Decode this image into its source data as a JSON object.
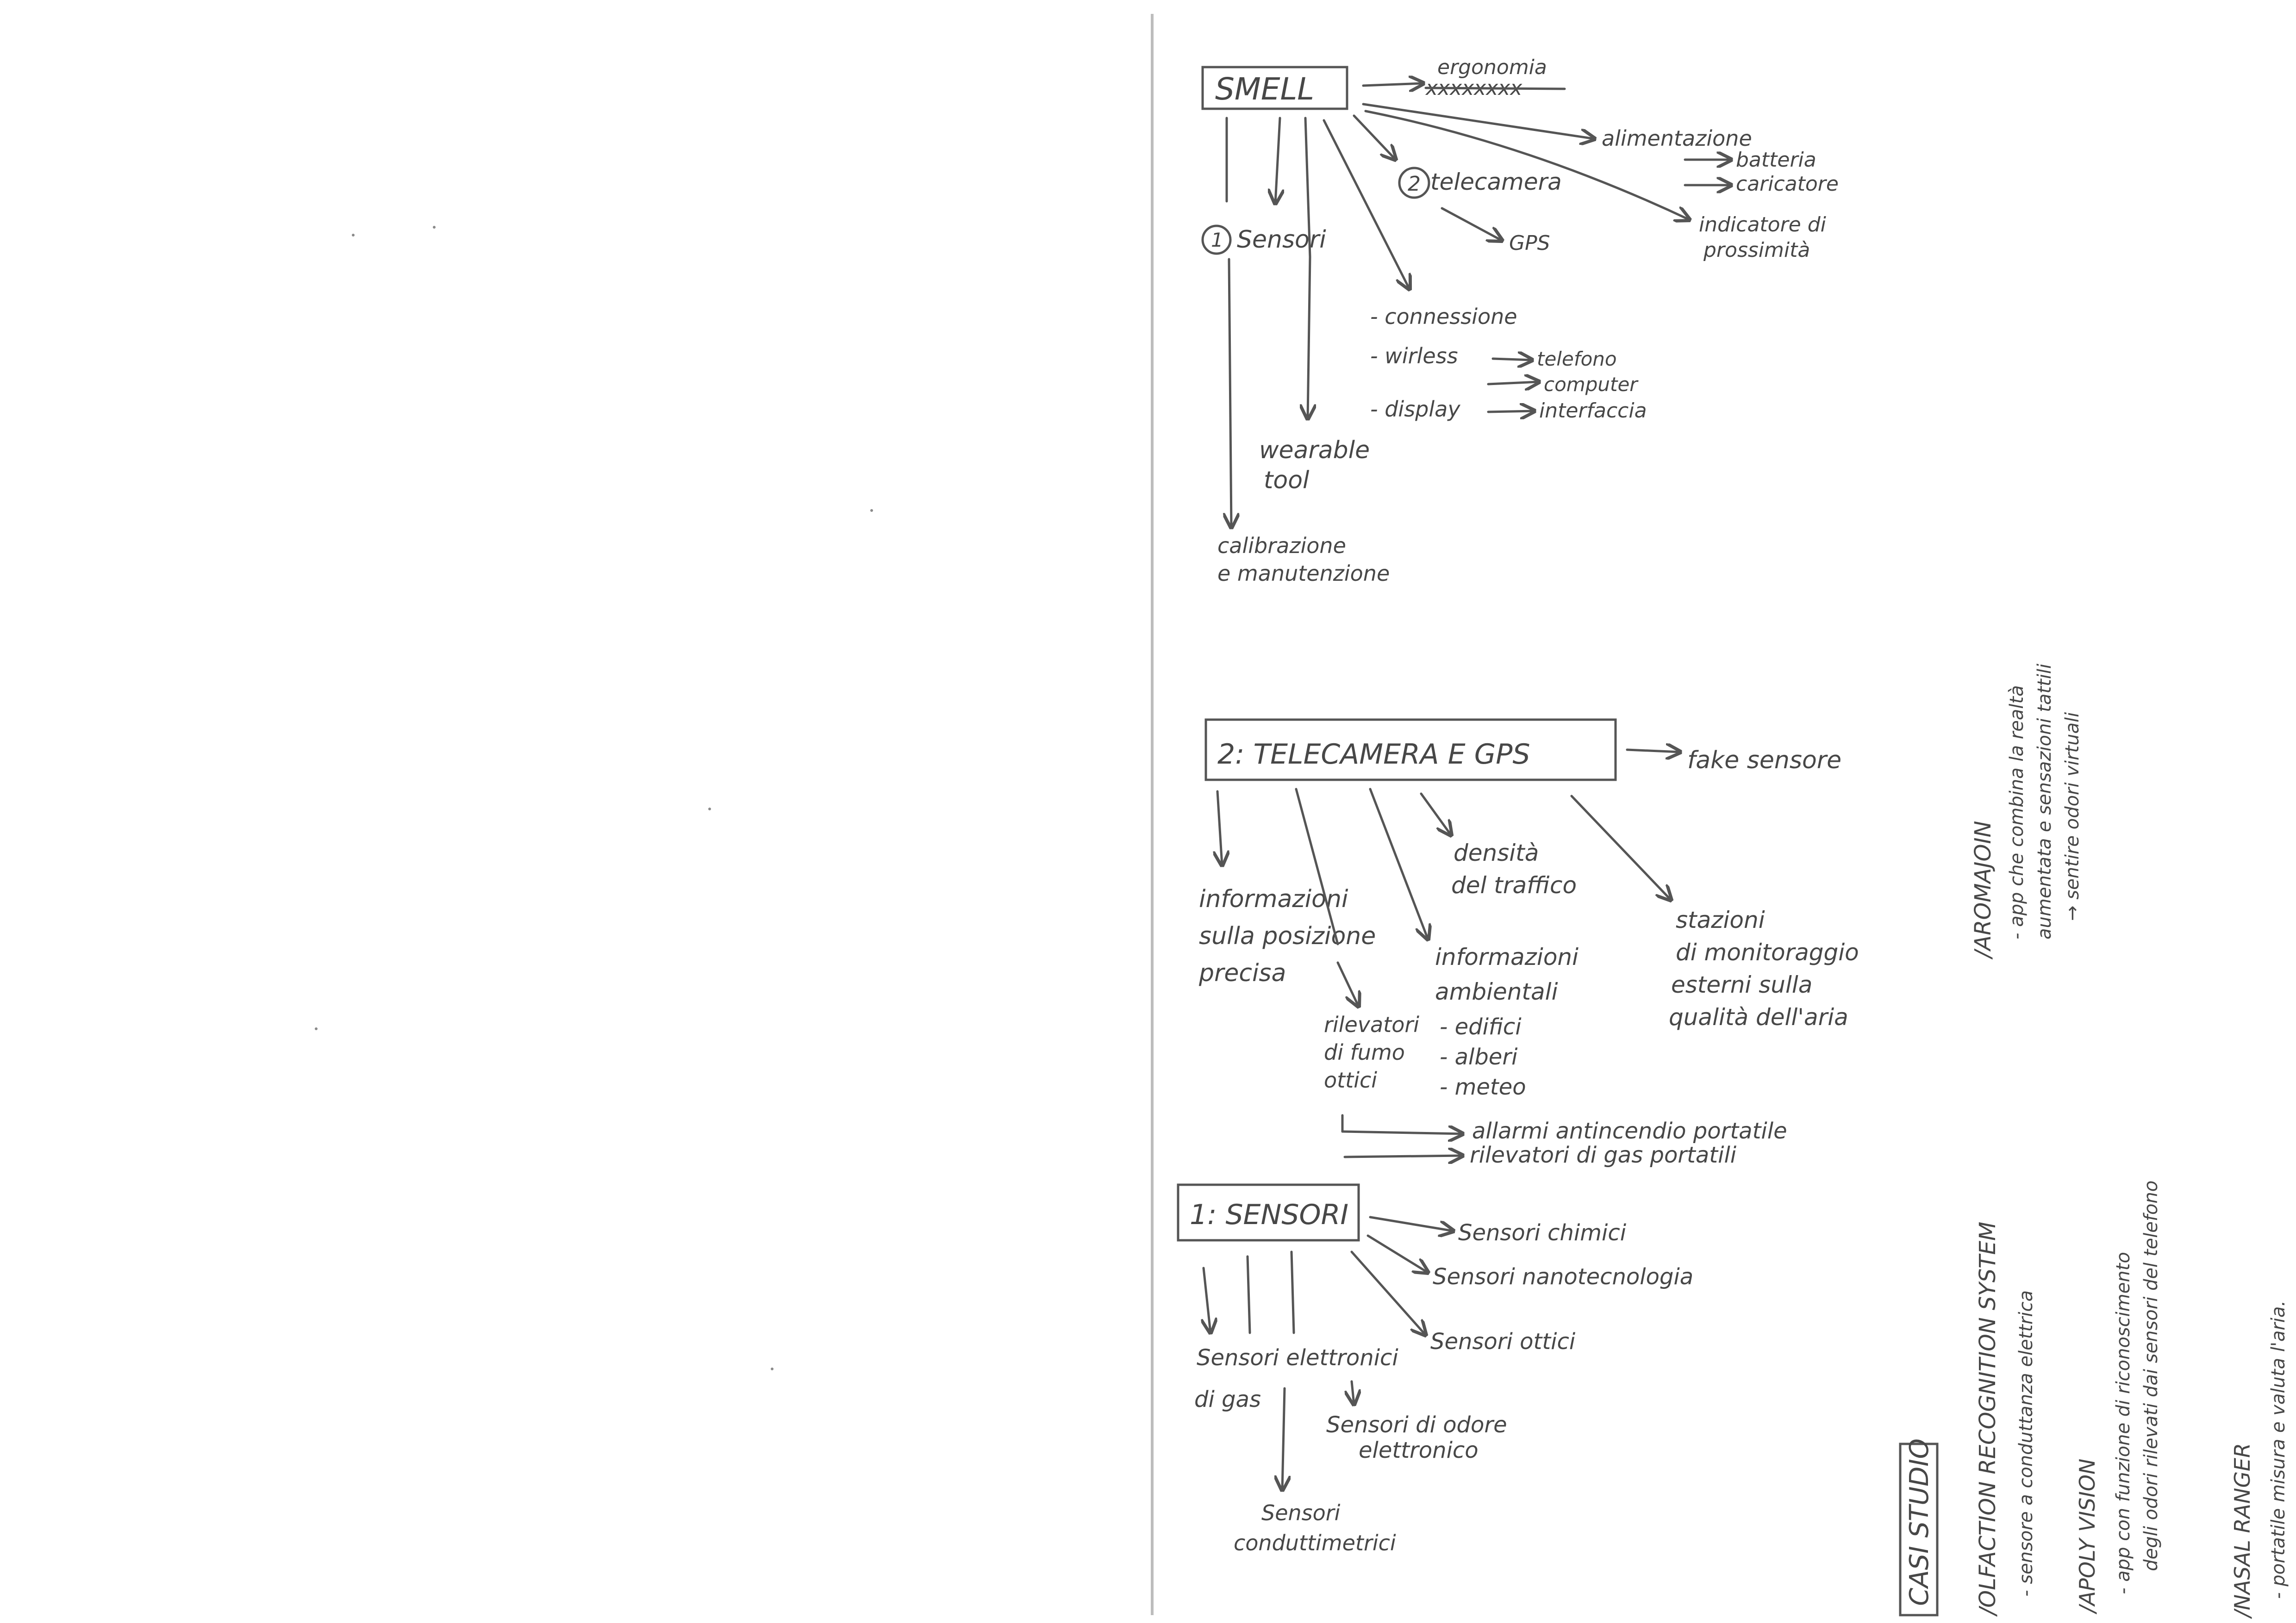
{
  "smell": {
    "title": "SMELL",
    "ergonomia": "ergonomia",
    "ergonomia_crossed": "xxxxxxxx",
    "alimentazione": "alimentazione",
    "batteria": "batteria",
    "caricatore": "caricatore",
    "telecamera": "telecamera",
    "telecamera_num": "2",
    "gps": "GPS",
    "indicatore_1": "indicatore di",
    "indicatore_2": "prossimità",
    "sensori": "Sensori",
    "sensori_num": "1",
    "connessione": "- connessione",
    "wireless": "- wirless",
    "telefono": "telefono",
    "computer": "computer",
    "display": "- display",
    "interfaccia": "interfaccia",
    "wearable_1": "wearable",
    "wearable_2": "tool",
    "calibrazione_1": "calibrazione",
    "calibrazione_2": "e manutenzione"
  },
  "telecamera_gps": {
    "title": "2: TELECAMERA E GPS",
    "fake": "fake sensore",
    "posizione_1": "informazioni",
    "posizione_2": "sulla posizione",
    "posizione_3": "precisa",
    "densita_1": "densità",
    "densita_2": "del traffico",
    "stazioni_1": "stazioni",
    "stazioni_2": "di monitoraggio",
    "stazioni_3": "esterni sulla",
    "stazioni_4": "qualità dell'aria",
    "ambientali_1": "informazioni",
    "ambientali_2": "ambientali",
    "ambientali_3": "- edifici",
    "ambientali_4": "- alberi",
    "ambientali_5": "- meteo",
    "fumo_1": "rilevatori",
    "fumo_2": "di fumo",
    "fumo_3": "ottici",
    "allarmi": "allarmi antincendio portatile",
    "rilevatori_gas": "rilevatori di gas portatili"
  },
  "sensori": {
    "title": "1: SENSORI",
    "chimici": "Sensori chimici",
    "nanotecnologia": "Sensori nanotecnologia",
    "ottici": "Sensori ottici",
    "elettronici_1": "Sensori elettronici",
    "elettronici_2": "di gas",
    "odore_1": "Sensori di odore",
    "odore_2": "elettronico",
    "condutt_1": "Sensori",
    "condutt_2": "conduttimetrici"
  },
  "case_studies": {
    "title": "CASI STUDIO",
    "aromajoin_title": "/AROMAJOIN",
    "aromajoin_1": "- app che combina la realtà",
    "aromajoin_2": "aumentata e sensazioni tattili",
    "aromajoin_3": "→ sentire odori virtuali",
    "olfaction_title": "/OLFACTION RECOGNITION SYSTEM",
    "olfaction_1": "- sensore a conduttanza elettrica",
    "apoly_title": "/APOLY VISION",
    "apoly_1": "- app con funzione di riconoscimento",
    "apoly_2": "degli odori rilevati dai sensori del telefono",
    "nasal_title": "/NASAL RANGER",
    "nasal_1": "- portatile misura e valuta l'aria."
  }
}
